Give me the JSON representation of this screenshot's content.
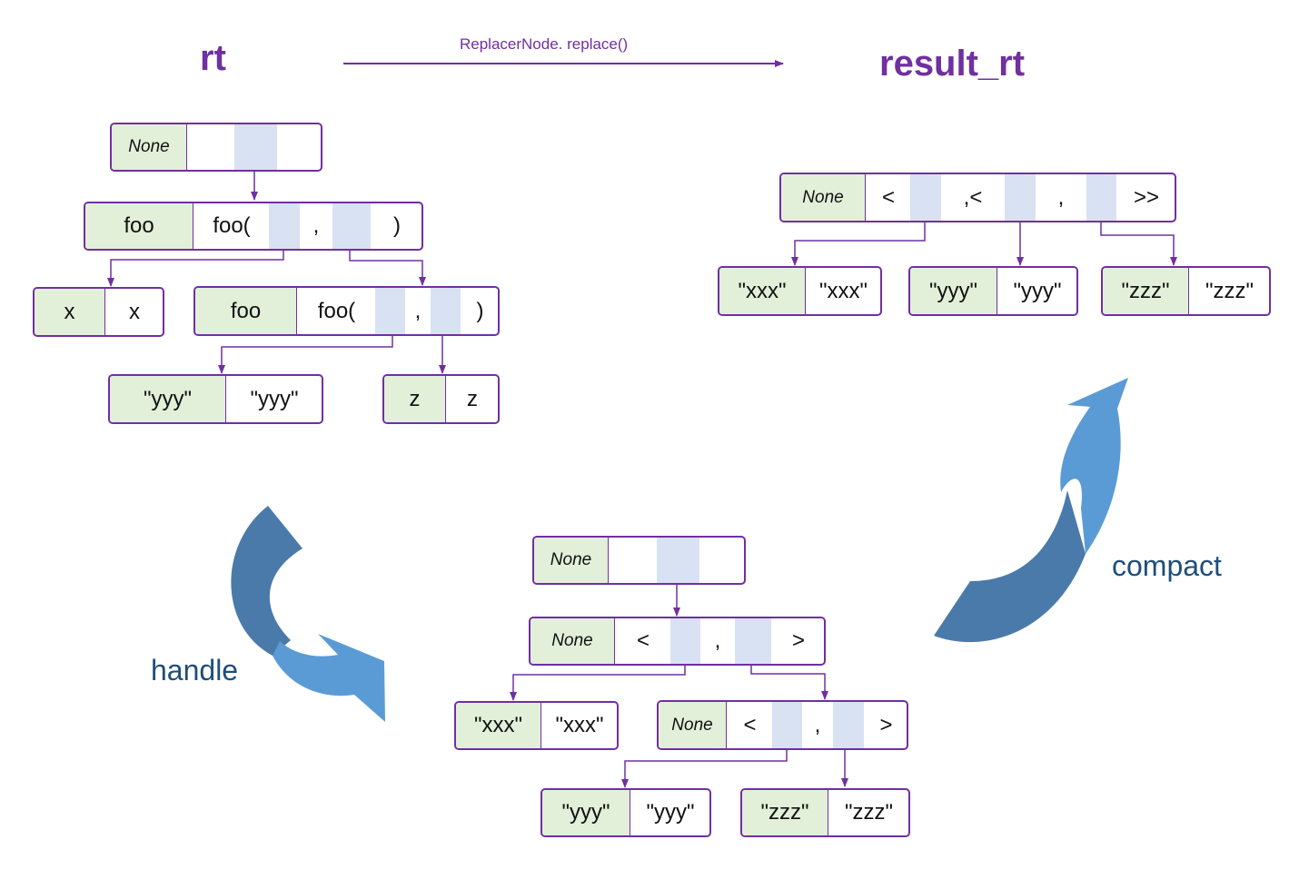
{
  "titles": {
    "left": "rt",
    "right": "result_rt",
    "operation": "ReplacerNode. replace()"
  },
  "labels": {
    "handle": "handle",
    "compact": "compact"
  },
  "rt_tree": {
    "root": {
      "name": "None",
      "text": []
    },
    "foo_outer": {
      "name": "foo",
      "text": [
        "foo(",
        ",",
        ")"
      ]
    },
    "x": {
      "name": "x",
      "text": "x"
    },
    "foo_inner": {
      "name": "foo",
      "text": [
        "foo(",
        ",",
        ")"
      ]
    },
    "yyy": {
      "name": "\"yyy\"",
      "text": "\"yyy\""
    },
    "z": {
      "name": "z",
      "text": "z"
    }
  },
  "handled_tree": {
    "root": {
      "name": "None",
      "text": []
    },
    "mid": {
      "name": "None",
      "text": [
        "<",
        ",",
        ">"
      ]
    },
    "xxx": {
      "name": "\"xxx\"",
      "text": "\"xxx\""
    },
    "inner": {
      "name": "None",
      "text": [
        "<",
        ",",
        ">"
      ]
    },
    "yyy": {
      "name": "\"yyy\"",
      "text": "\"yyy\""
    },
    "zzz": {
      "name": "\"zzz\"",
      "text": "\"zzz\""
    }
  },
  "result_tree": {
    "root": {
      "name": "None",
      "text": [
        "<",
        ",<",
        ",",
        ">>"
      ]
    },
    "xxx": {
      "name": "\"xxx\"",
      "text": "\"xxx\""
    },
    "yyy": {
      "name": "\"yyy\"",
      "text": "\"yyy\""
    },
    "zzz": {
      "name": "\"zzz\"",
      "text": "\"zzz\""
    }
  },
  "colors": {
    "node_border": "#7030a0",
    "name_fill": "#e2efd9",
    "slot_fill": "#d9e2f3",
    "title": "#7030a0",
    "arrow_dark": "#4a7aaa",
    "arrow_light": "#5b9bd5",
    "label": "#1f4e79"
  }
}
